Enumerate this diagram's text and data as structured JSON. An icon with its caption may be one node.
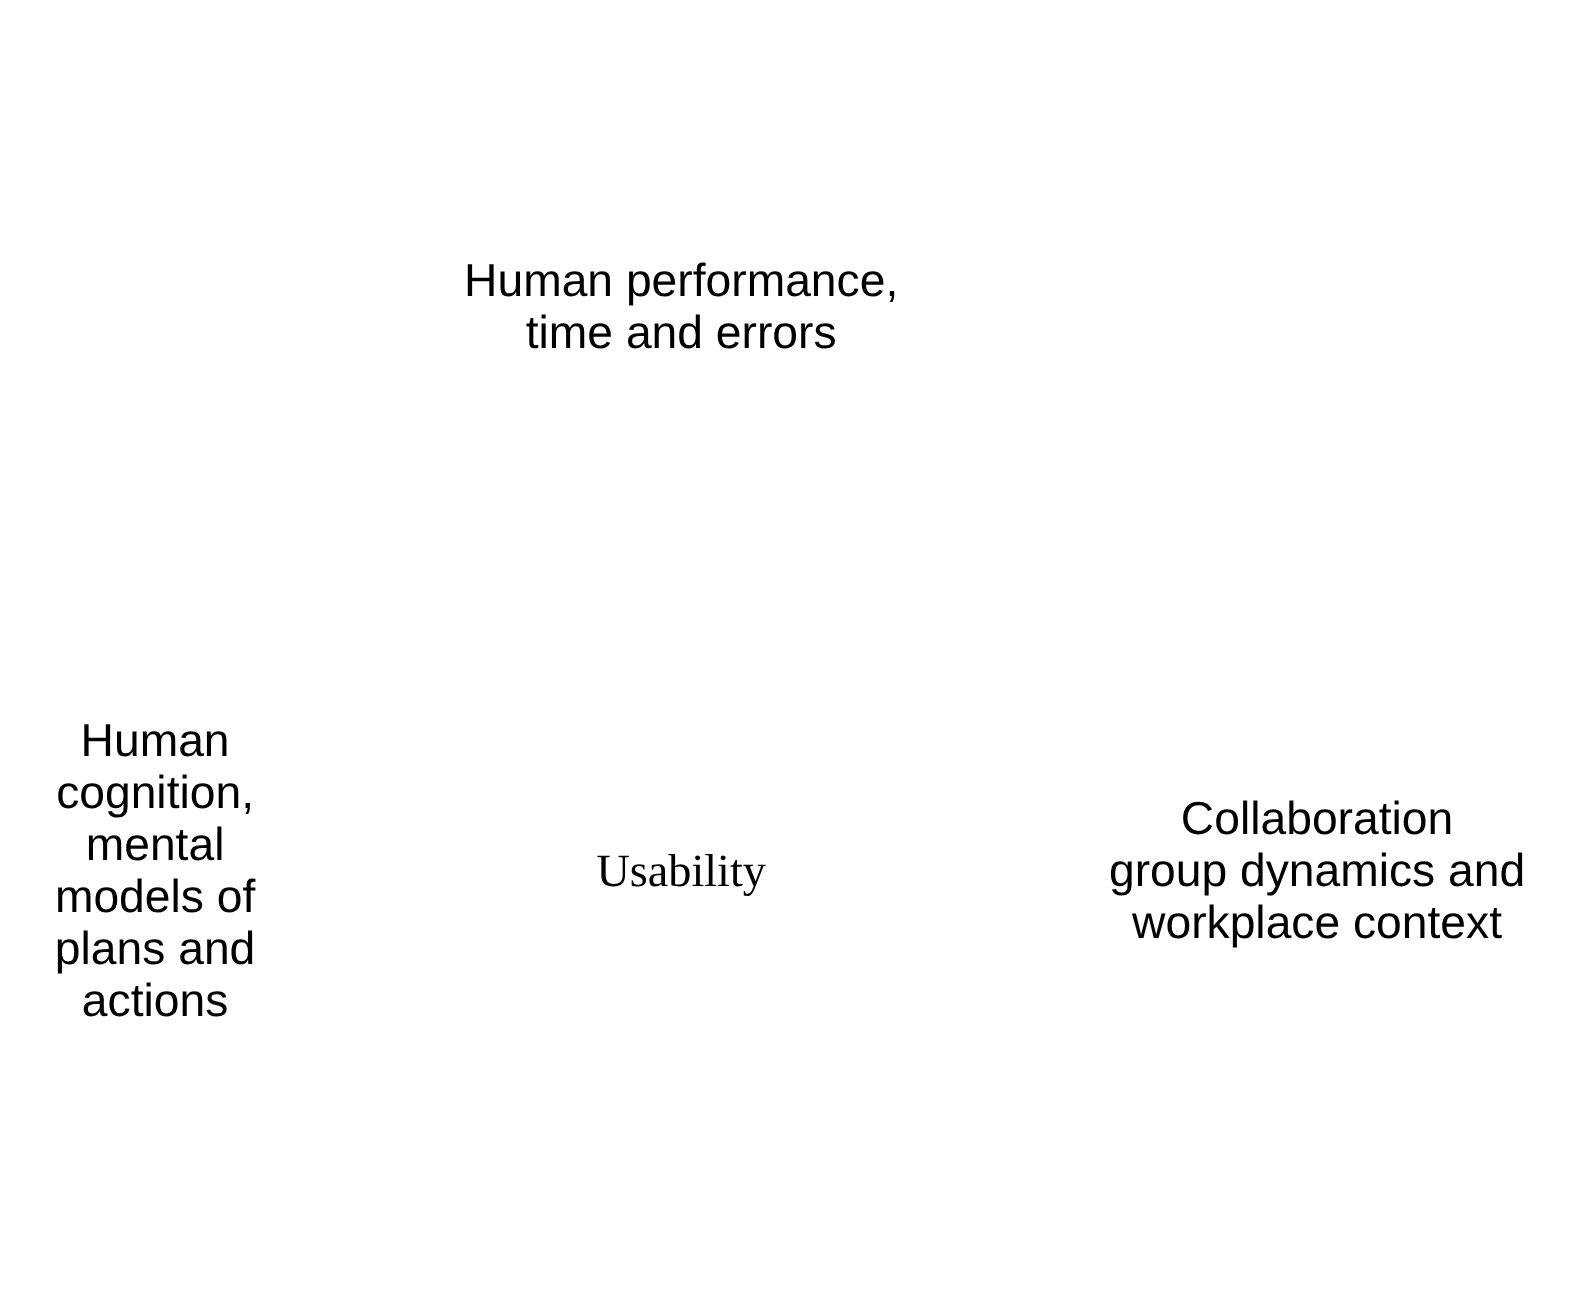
{
  "diagram": {
    "labels": [
      "Human performance, time and errors",
      "Human cognition, mental models of plans and actions",
      "Usability",
      "Collaboration group dynamics and workplace context"
    ]
  }
}
